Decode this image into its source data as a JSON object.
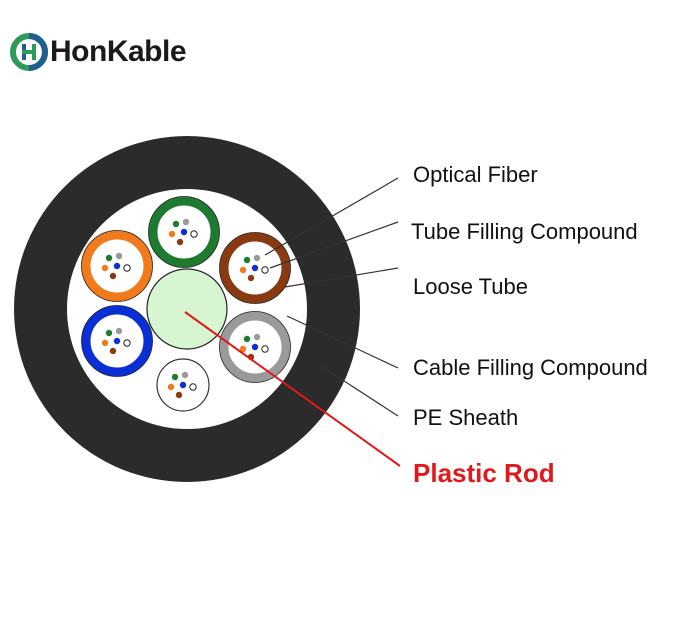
{
  "logo": {
    "text": "HonKable",
    "icon": "honkable-h-logo-icon"
  },
  "labels": {
    "optical_fiber": "Optical Fiber",
    "tube_filling": "Tube Filling Compound",
    "loose_tube": "Loose Tube",
    "cable_filling": "Cable Filling Compound",
    "pe_sheath": "PE Sheath",
    "plastic_rod": "Plastic Rod"
  },
  "colors": {
    "sheath": "#2b2b2b",
    "rod": "#d8f5d2",
    "tube_green": "#1e7a2e",
    "tube_brown": "#8a3a12",
    "tube_orange": "#f07a1c",
    "tube_blue": "#0b2fd6",
    "tube_white": "#ffffff",
    "tube_gray": "#9a9a9a",
    "highlight": "#e0191c",
    "logo_green": "#2e9a5a",
    "logo_blue": "#1f5f8f"
  }
}
